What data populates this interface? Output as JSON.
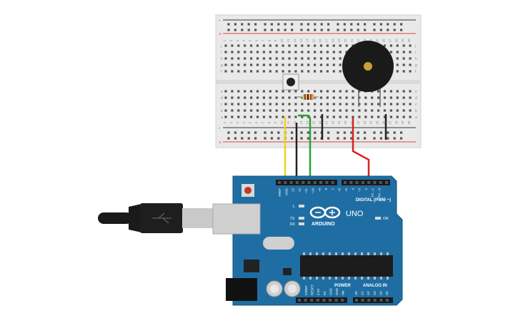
{
  "breadboard": {
    "column_numbers": [
      "1",
      "2",
      "3",
      "4",
      "5",
      "6",
      "7",
      "8",
      "9",
      "10",
      "11",
      "12",
      "13",
      "14",
      "15",
      "16",
      "17",
      "18",
      "19",
      "20",
      "21",
      "22",
      "23",
      "24",
      "25",
      "26",
      "27",
      "28",
      "29",
      "30"
    ],
    "rows_top": [
      "j",
      "i",
      "h",
      "g",
      "f"
    ],
    "rows_bottom": [
      "e",
      "d",
      "c",
      "b",
      "a"
    ],
    "rail_plus": "+",
    "rail_minus": "-"
  },
  "arduino": {
    "brand": "ARDUINO",
    "model": "UNO",
    "digital_label": "DIGITAL (PWM ~)",
    "power_label": "POWER",
    "analog_label": "ANALOG IN",
    "on_label": "ON",
    "led_labels": [
      "L",
      "TX",
      "RX"
    ],
    "top_pin_labels": [
      "AREF",
      "GND",
      "13",
      "12",
      "~11",
      "~10",
      "~9",
      "8",
      "7",
      "~6",
      "~5",
      "4",
      "~3",
      "2",
      "TX→1",
      "RX←0"
    ],
    "power_pin_labels": [
      "IOREF",
      "RESET",
      "3.3V",
      "5V",
      "GND",
      "GND",
      "Vin"
    ],
    "analog_pin_labels": [
      "A0",
      "A1",
      "A2",
      "A3",
      "A4",
      "A5"
    ]
  },
  "colors": {
    "board_blue": "#1f6ea3",
    "breadboard": "#e9e9e9",
    "wire_yellow": "#f2d21e",
    "wire_green": "#27a13a",
    "wire_red": "#d8231f",
    "wire_black": "#222222",
    "buzzer": "#1a1a1a",
    "buzzer_center": "#c8a034"
  },
  "icons": [
    "usb-cable-icon",
    "piezo-buzzer-icon",
    "push-button-icon",
    "resistor-icon",
    "arduino-logo-icon"
  ]
}
